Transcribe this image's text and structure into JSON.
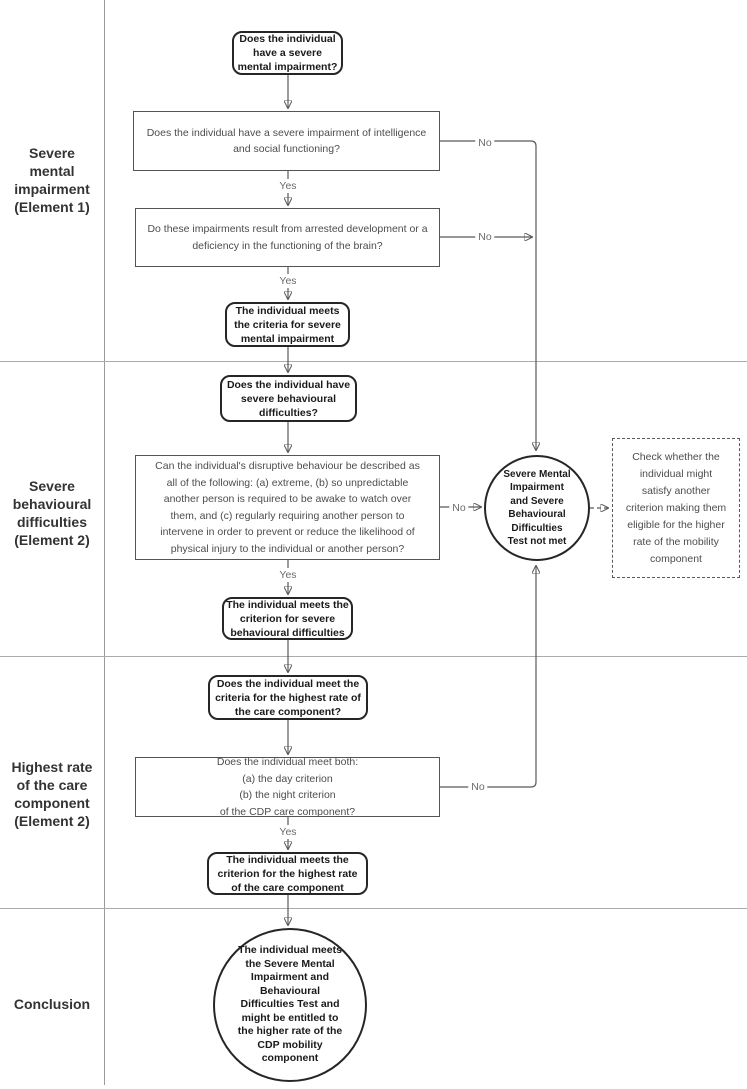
{
  "colors": {
    "background": "#ffffff",
    "node_border_bold": "#262626",
    "box_border": "#545454",
    "connector_line": "#595959",
    "section_divider": "#ababab",
    "text_primary": "#1a1a1a",
    "text_secondary": "#4d4d4d"
  },
  "sections": [
    {
      "label": "Severe\nmental\nimpairment\n(Element 1)"
    },
    {
      "label": "Severe\nbehavioural\ndifficulties\n(Element 2)"
    },
    {
      "label": "Highest rate\nof the care\ncomponent\n(Element 2)"
    },
    {
      "label": "Conclusion"
    }
  ],
  "nodes": {
    "start": "Does the individual\nhave a severe\nmental impairment?",
    "q_intelligence": "Does the individual have a severe impairment of intelligence\nand social functioning?",
    "q_arrested_development": "Do these impairments result from arrested development or a\ndeficiency in the functioning of the brain?",
    "meets_mental_impairment": "The individual meets\nthe criteria for severe\nmental impairment",
    "q_behavioural": "Does the individual have\nsevere behavioural\ndifficulties?",
    "q_disruptive": "Can the individual's disruptive behaviour be described as\nall of the following: (a) extreme, (b) so unpredictable\nanother person is required to be awake to watch over\nthem, and (c) regularly requiring another person to\nintervene in order to prevent or reduce the likelihood of\nphysical injury to the individual or another person?",
    "meets_behavioural": "The individual meets the\ncriterion for severe\nbehavioural difficulties",
    "q_highest_rate": "Does the individual meet the\ncriteria for the highest rate of\nthe care component?",
    "q_day_night": "Does the individual meet both:\n(a) the day criterion\n(b) the night criterion\nof the CDP care component?",
    "meets_highest_rate": "The individual meets the\ncriterion for the highest rate\nof the care component",
    "test_not_met": "Severe Mental\nImpairment\nand Severe\nBehavioural\nDifficulties\nTest not met",
    "check_other_criterion": "Check whether the\nindividual might\nsatisfy another\ncriterion making them\neligible for the higher\nrate of the mobility\ncomponent",
    "conclusion": "The individual meets\nthe Severe Mental\nImpairment and\nBehavioural\nDifficulties Test and\nmight be entitled to\nthe higher rate of the\nCDP mobility\ncomponent"
  },
  "labels": {
    "yes": "Yes",
    "no": "No"
  }
}
